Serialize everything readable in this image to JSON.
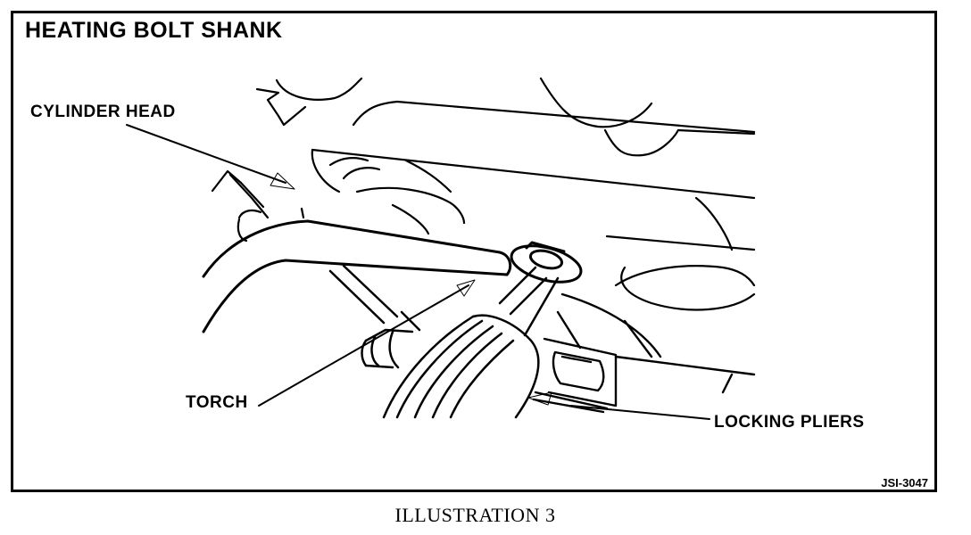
{
  "title": "HEATING BOLT SHANK",
  "labels": {
    "cylinder_head": "CYLINDER HEAD",
    "torch": "TORCH",
    "locking_pliers": "LOCKING PLIERS"
  },
  "figure_code": "JSI-3047",
  "caption": "ILLUSTRATION 3"
}
